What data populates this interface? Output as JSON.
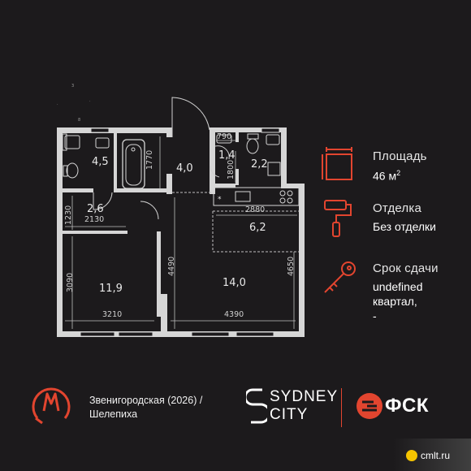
{
  "plan": {
    "rooms": [
      {
        "id": "bath",
        "area": "4,5"
      },
      {
        "id": "hall",
        "area": "4,0"
      },
      {
        "id": "wc",
        "area": "1,4"
      },
      {
        "id": "bath2",
        "area": "2,2"
      },
      {
        "id": "closet",
        "area": "2,6"
      },
      {
        "id": "kitchen",
        "area": "6,2"
      },
      {
        "id": "bedroom",
        "area": "11,9"
      },
      {
        "id": "living",
        "area": "14,0"
      }
    ],
    "dimensions": [
      "790",
      "1770",
      "1800",
      "1230",
      "2130",
      "2880",
      "3090",
      "4490",
      "4650",
      "3210",
      "4390"
    ]
  },
  "info": {
    "area_label": "Площадь",
    "area_value": "46 м",
    "area_unit_sup": "2",
    "finish_label": "Отделка",
    "finish_value": "Без отделки",
    "deadline_label": "Срок сдачи",
    "deadline_line1": "undefined",
    "deadline_line2": "квартал,",
    "deadline_line3": "-"
  },
  "footer": {
    "metro_line1": "Звенигородская (2026) /",
    "metro_line2": "Шелепиха",
    "brand_line1": "SYDNEY",
    "brand_line2": "CITY",
    "developer": "ФСК",
    "watermark": "cmlt.ru"
  },
  "colors": {
    "background": "#1c1a1c",
    "accent": "#e2452f",
    "wall": "#d8d8d8"
  },
  "icons": {
    "area": "floor-area-icon",
    "finish": "paint-roller-icon",
    "deadline": "key-icon",
    "metro": "metro-m-icon",
    "developer": "fsk-logo-icon"
  }
}
